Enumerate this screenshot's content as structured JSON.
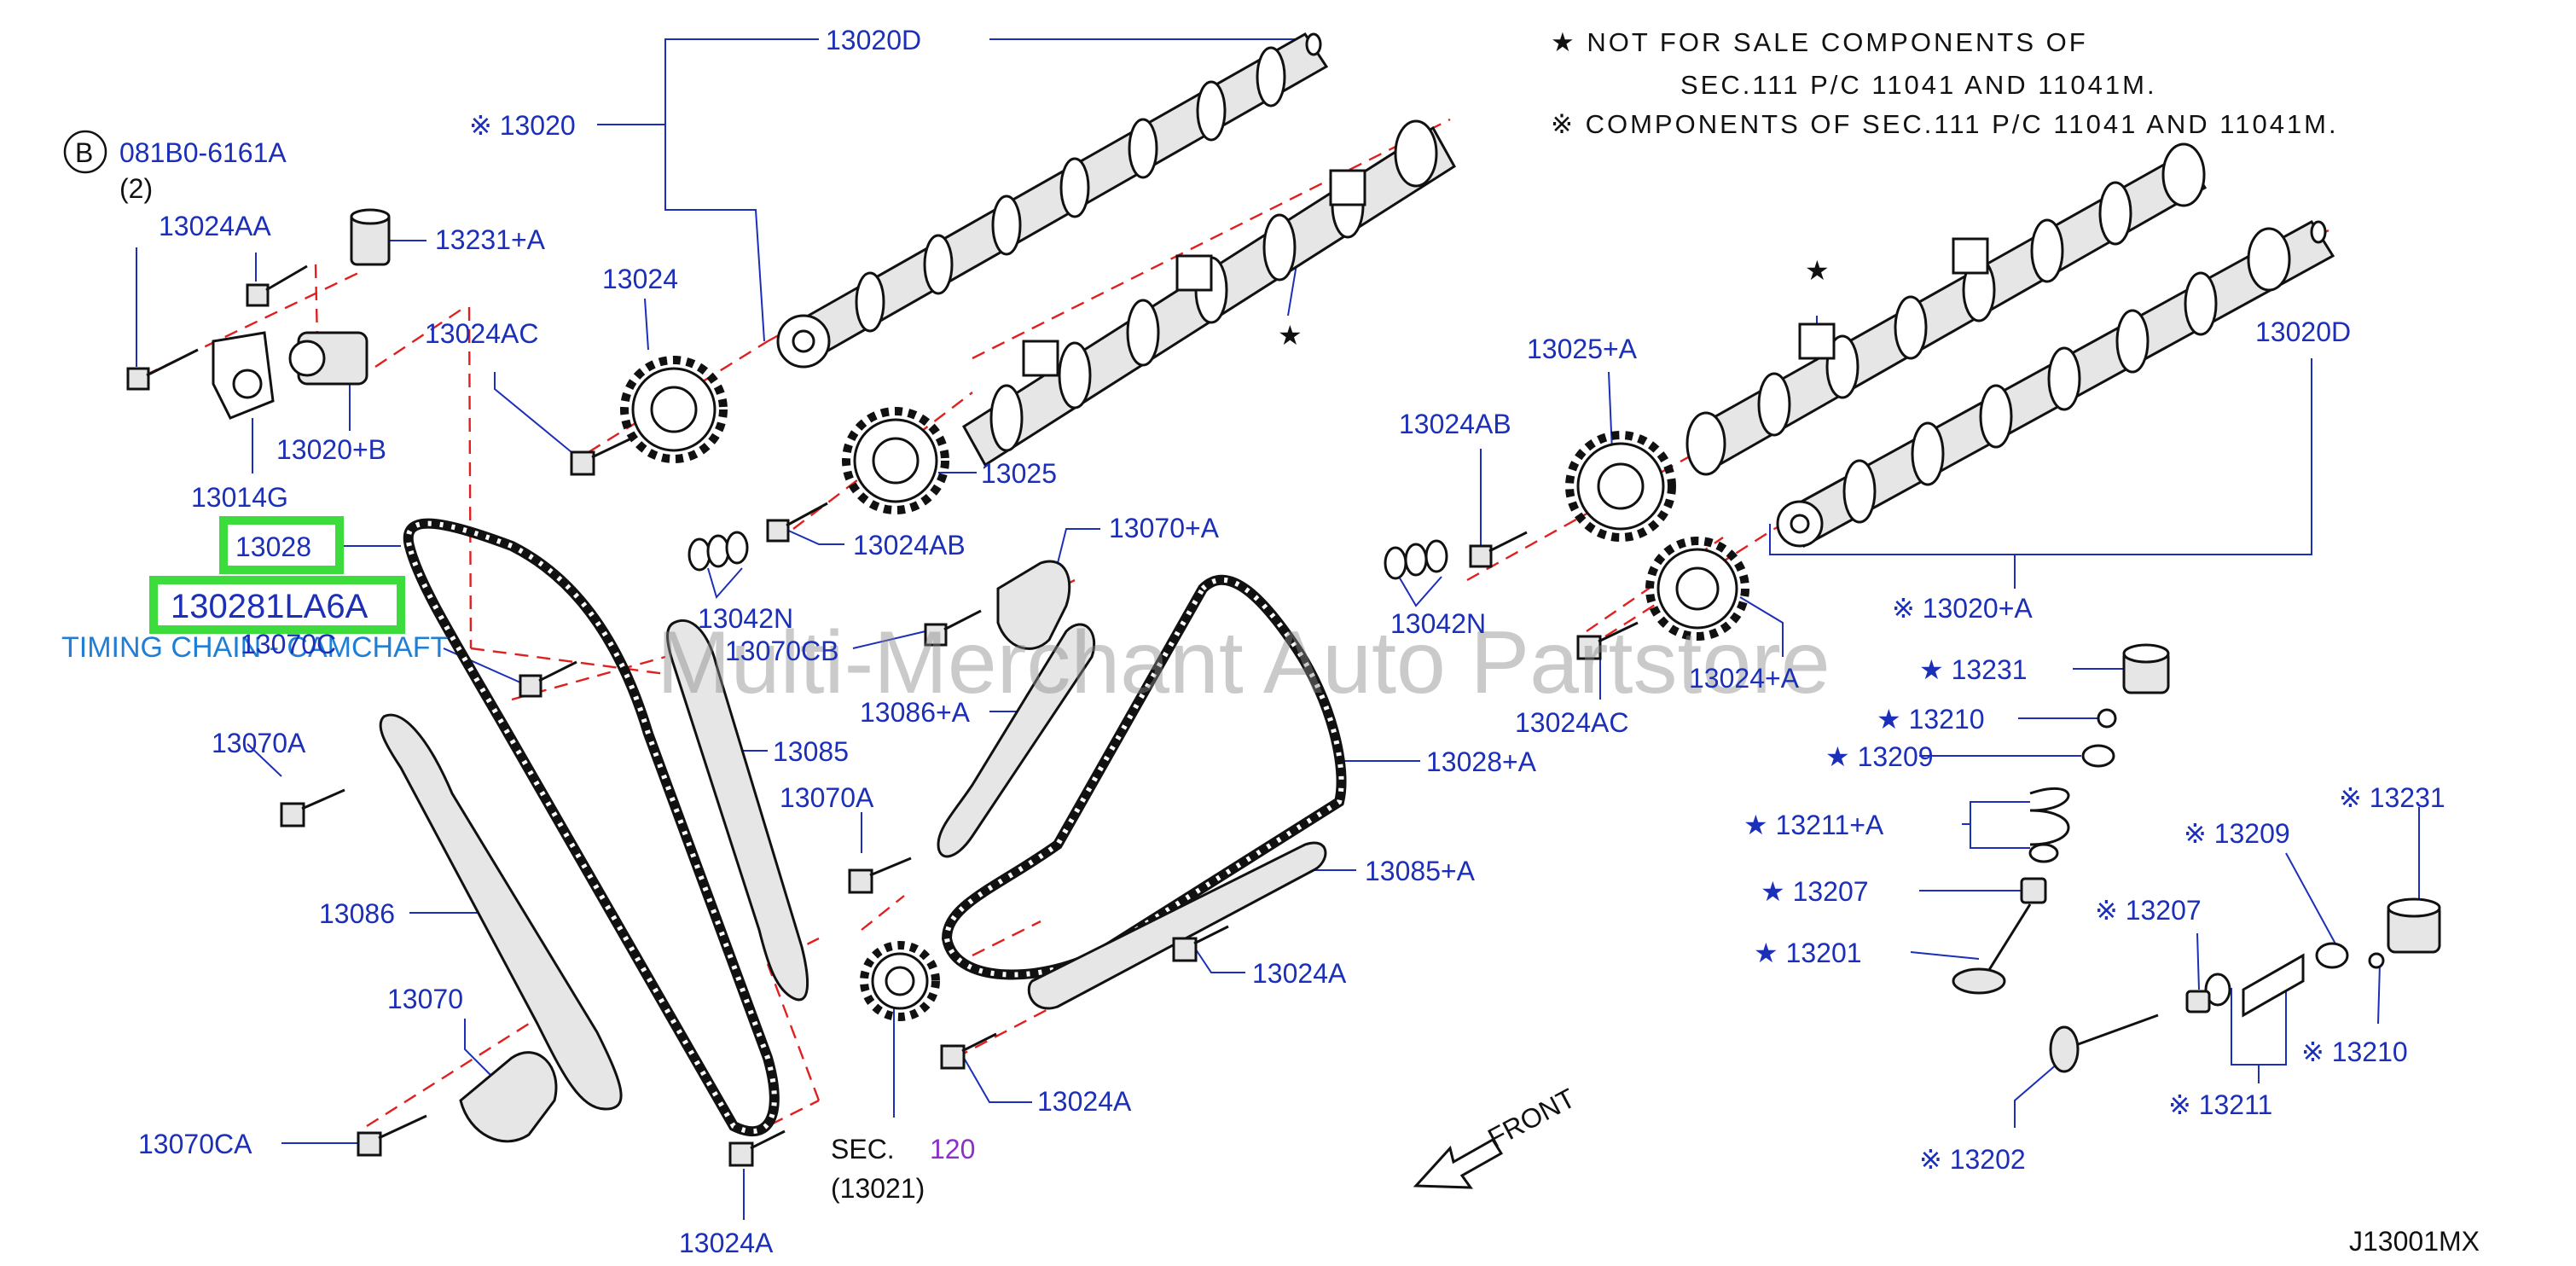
{
  "notes": {
    "line1": "★  NOT  FOR  SALE  COMPONENTS  OF",
    "line2": "SEC.111  P/C  11041  AND  11041M.",
    "line3": "※ COMPONENTS  OF  SEC.111  P/C  11041  AND  11041M."
  },
  "watermark": "Multi-Merchant Auto Partstore",
  "diagram_code": "J13001MX",
  "front_label": "FRONT",
  "highlight": {
    "part1": "13028",
    "part2": "130281LA6A",
    "description": "TIMING CHAIN - CAMCHAFT"
  },
  "bolt_ref": {
    "circle": "B",
    "code": "081B0-6161A",
    "qty": "(2)"
  },
  "sec_ref": {
    "prefix": "SEC.",
    "number": "120",
    "sub": "(13021)"
  },
  "labels": {
    "p13020D_top": "13020D",
    "p13020": "※ 13020",
    "p13024AA": "13024AA",
    "p13231A": "13231+A",
    "p13024": "13024",
    "p13024AC_left": "13024AC",
    "p13020B": "13020+B",
    "p13014G": "13014G",
    "p13070C": "13070C",
    "p13025": "13025",
    "p13024AB_left": "13024AB",
    "p13042N_left": "13042N",
    "p13070CB": "13070CB",
    "p13070A_right": "13070+A",
    "p13086A": "13086+A",
    "p13085": "13085",
    "p13070A_left": "13070A",
    "p13070A_mid": "13070A",
    "p13086": "13086",
    "p13070": "13070",
    "p13070CA": "13070CA",
    "p13024A_bottom": "13024A",
    "p13024A_mid": "13024A",
    "p13024A_right": "13024A",
    "p13085A": "13085+A",
    "p13028A": "13028+A",
    "p13025A": "13025+A",
    "p13024AB_right": "13024AB",
    "p13042N_right": "13042N",
    "p13024AC_right": "13024AC",
    "p13024Aplus": "13024+A",
    "p13020D_right": "13020D",
    "p13020A": "※ 13020+A",
    "p13231_star": "★ 13231",
    "p13210_star": "★ 13210",
    "p13209_star": "★ 13209",
    "p13211A_star": "★ 13211+A",
    "p13207_star": "★ 13207",
    "p13201_star": "★ 13201",
    "p13209_ref": "※ 13209",
    "p13231_ref": "※ 13231",
    "p13207_ref": "※ 13207",
    "p13210_ref": "※ 13210",
    "p13211_ref": "※ 13211",
    "p13202_ref": "※ 13202",
    "star_mark": "★"
  },
  "colors": {
    "label_blue": "#1b2fb8",
    "dash_red": "#e02020",
    "highlight_green": "#3ddc3d",
    "desc_cyan": "#1f7fd6",
    "sec_purple": "#8a2fc9"
  }
}
